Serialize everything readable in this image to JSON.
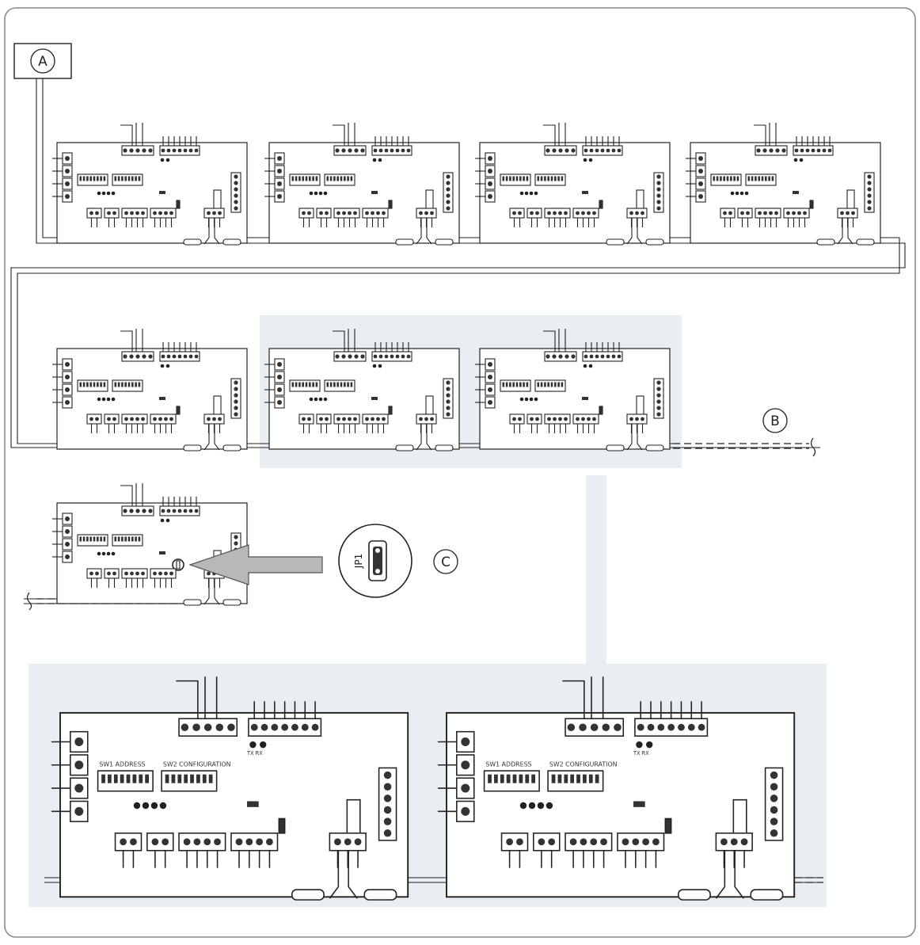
{
  "callouts": {
    "a": "A",
    "b": "B",
    "c": "C"
  },
  "jumper_label": "JP1",
  "board_labels": {
    "sw1": "SW1  ADDRESS",
    "sw2": "SW2  CONFIGURATION",
    "txrx": "TX RX"
  },
  "colors": {
    "line": "#222222",
    "shade": "#e9eef2",
    "arrow": "#b8b8b8",
    "frame": "#8a8a8a"
  }
}
